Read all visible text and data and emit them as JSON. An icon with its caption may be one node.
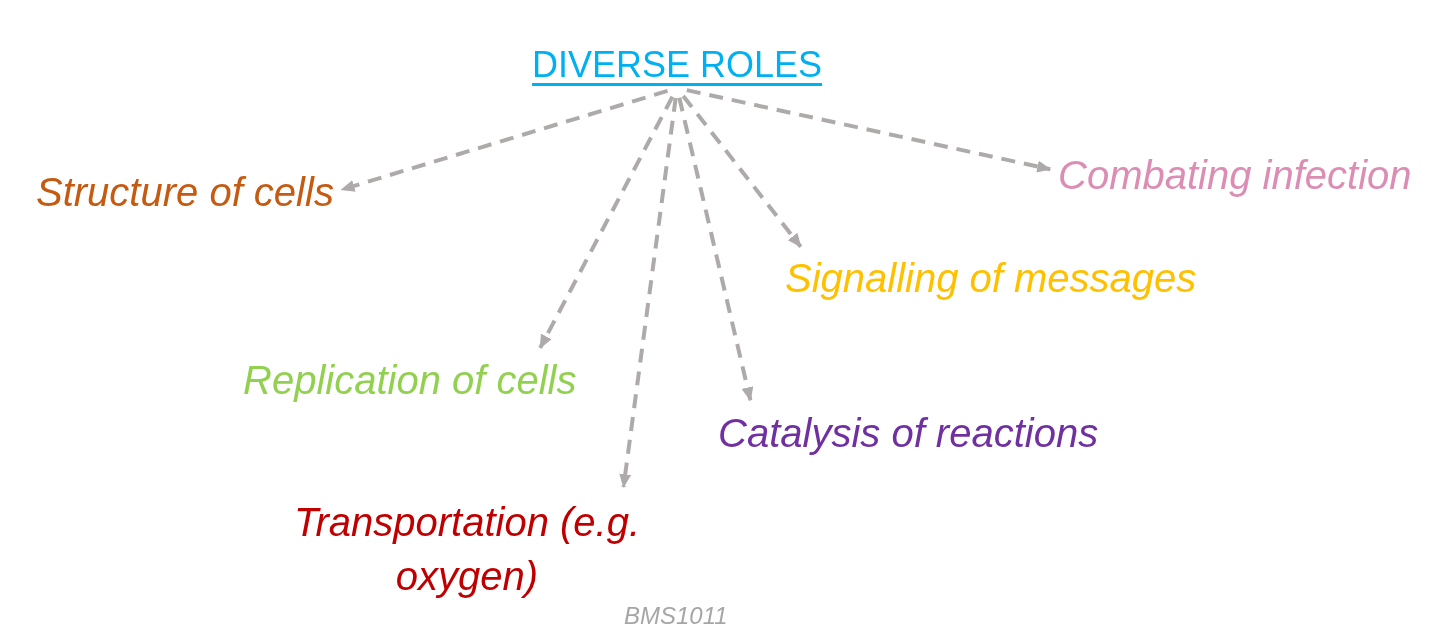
{
  "diagram": {
    "nodes": [
      {
        "text": [
          "DIVERSE ROLES"
        ]
      },
      {
        "text": [
          "Structure of cells"
        ]
      },
      {
        "text": [
          "Combating infection"
        ]
      },
      {
        "text": [
          "Signalling of messages"
        ]
      },
      {
        "text": [
          "Replication of cells"
        ]
      },
      {
        "text": [
          "Catalysis of reactions"
        ]
      },
      {
        "text": [
          "Transportation (e.g. oxygen)"
        ]
      }
    ],
    "edges": [
      {
        "from": 0,
        "to": 1,
        "arrow": "to",
        "style": "dashed"
      },
      {
        "from": 0,
        "to": 2,
        "arrow": "to",
        "style": "dashed"
      },
      {
        "from": 0,
        "to": 3,
        "arrow": "to",
        "style": "dashed"
      },
      {
        "from": 0,
        "to": 4,
        "arrow": "to",
        "style": "dashed"
      },
      {
        "from": 0,
        "to": 5,
        "arrow": "to",
        "style": "dashed"
      },
      {
        "from": 0,
        "to": 6,
        "arrow": "to",
        "style": "dashed"
      }
    ],
    "labels": [
      "BMS1011"
    ]
  }
}
